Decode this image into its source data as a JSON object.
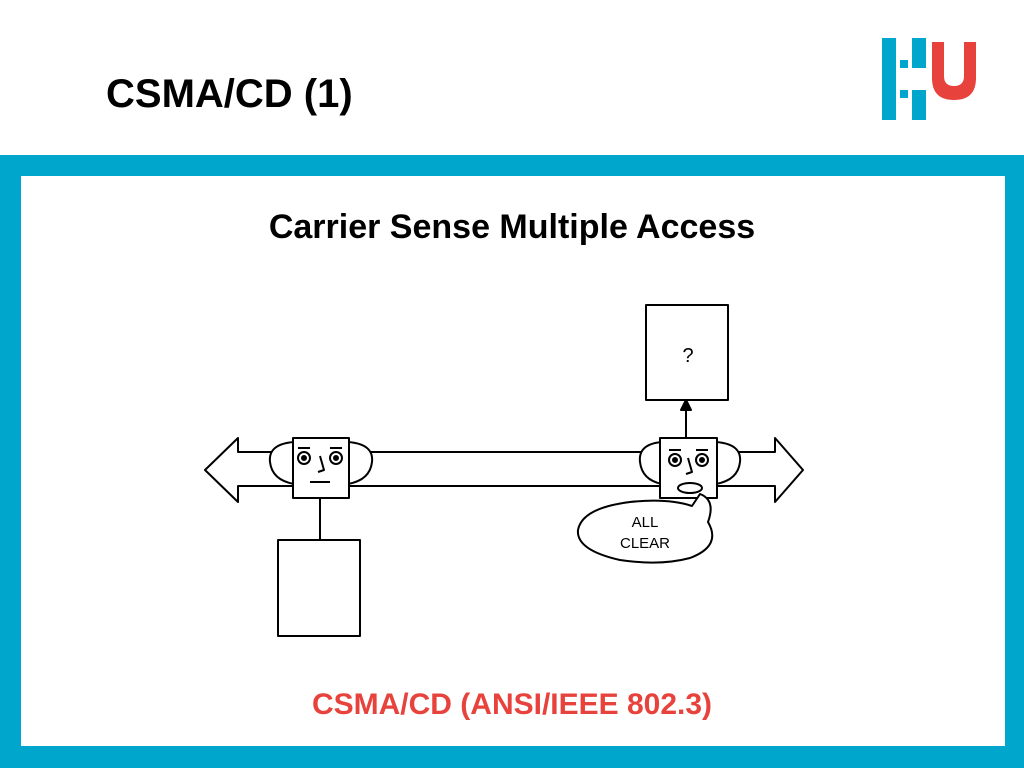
{
  "slide": {
    "title": "CSMA/CD (1)",
    "subtitle": "Carrier Sense Multiple Access",
    "footer_note": "CSMA/CD (ANSI/IEEE 802.3)"
  },
  "logo": {
    "text": "HU",
    "colors": {
      "bars": "#00a6cc",
      "u": "#e8423c"
    }
  },
  "diagram": {
    "receiver_box_label": "?",
    "speech_bubble_line1": "ALL",
    "speech_bubble_line2": "CLEAR"
  },
  "theme": {
    "frame": "#00a6cc",
    "accent": "#e8423c"
  }
}
